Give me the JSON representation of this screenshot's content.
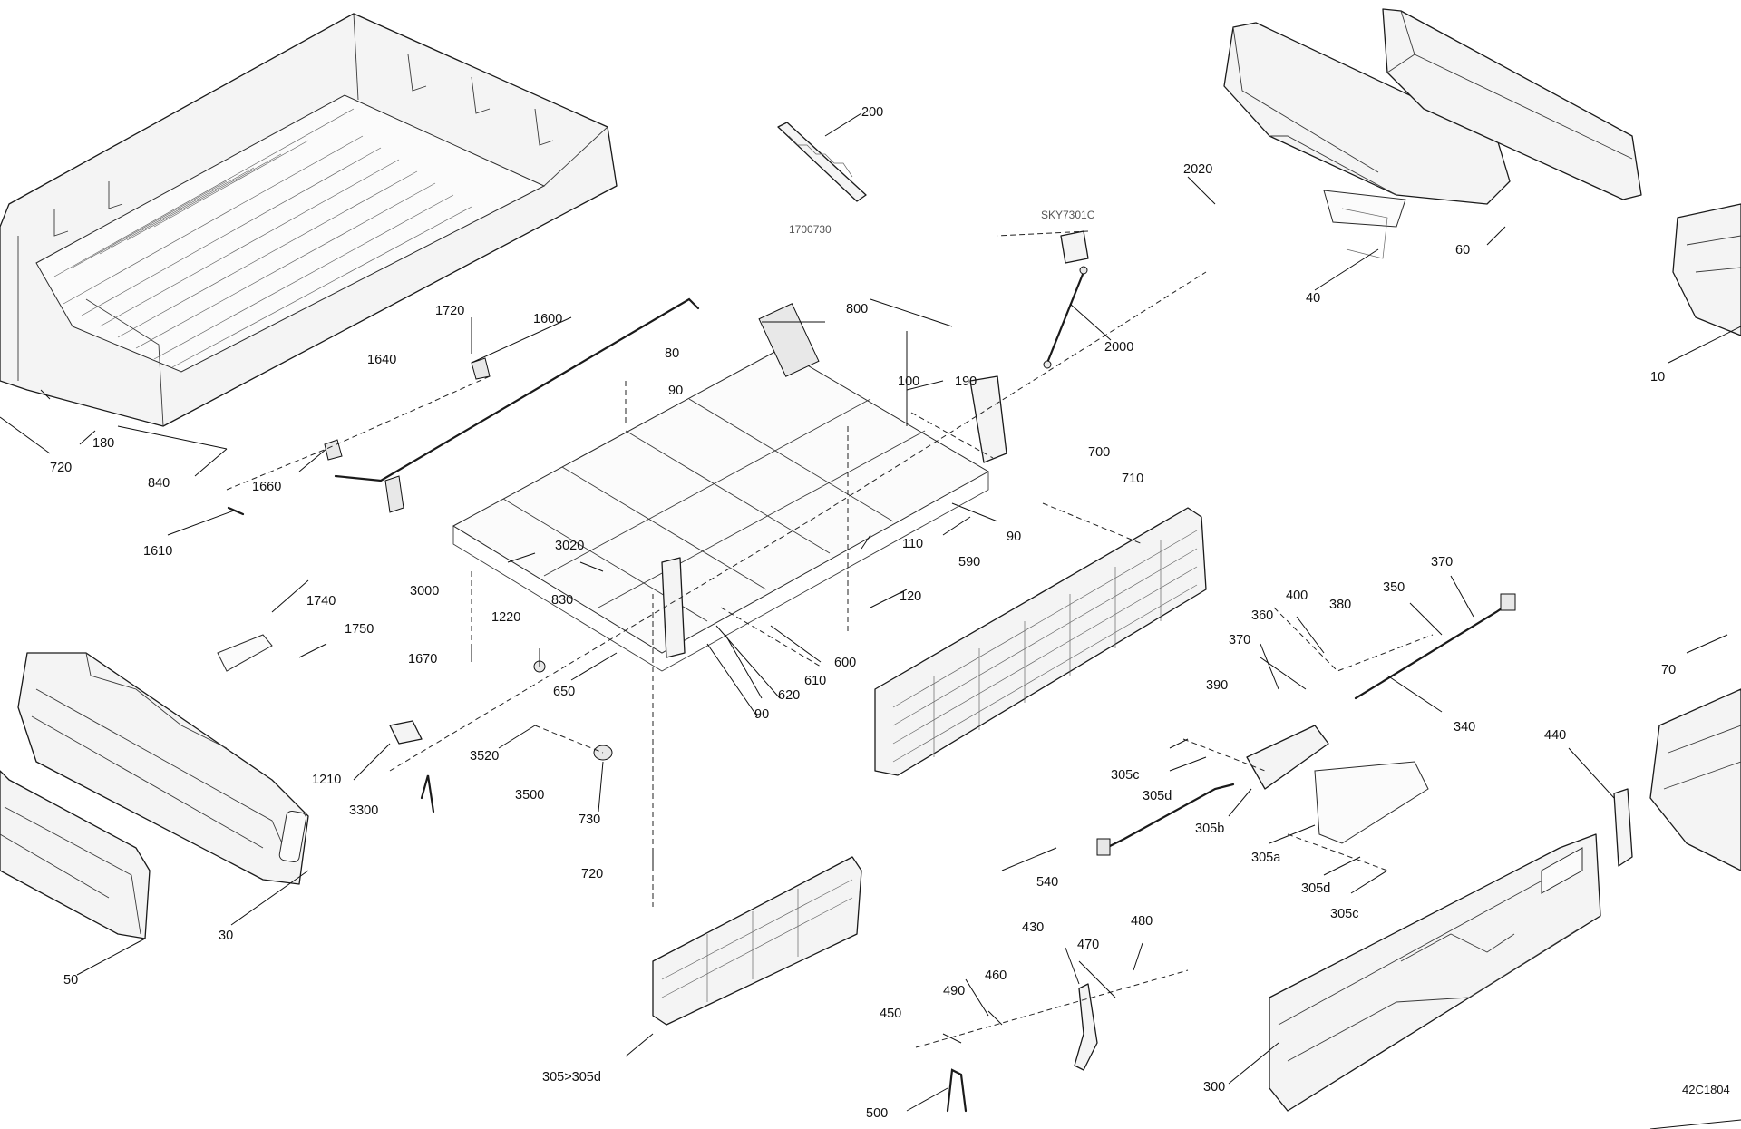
{
  "diagram": {
    "reference_code": "42C1804",
    "callouts": {
      "c10": "10",
      "c30": "30",
      "c40": "40",
      "c50": "50",
      "c60": "60",
      "c70": "70",
      "c80": "80",
      "c90a": "90",
      "c90b": "90",
      "c90c": "90",
      "c100": "100",
      "c110": "110",
      "c120": "120",
      "c180": "180",
      "c190": "190",
      "c200": "200",
      "c300": "300",
      "c305": "305>305d",
      "c305a": "305a",
      "c305b": "305b",
      "c305c1": "305c",
      "c305c2": "305c",
      "c305d1": "305d",
      "c305d2": "305d",
      "c340": "340",
      "c350": "350",
      "c360": "360",
      "c370a": "370",
      "c370b": "370",
      "c380": "380",
      "c390": "390",
      "c400": "400",
      "c430": "430",
      "c440": "440",
      "c450": "450",
      "c460": "460",
      "c470": "470",
      "c480": "480",
      "c490": "490",
      "c500": "500",
      "c540": "540",
      "c590": "590",
      "c600": "600",
      "c610": "610",
      "c620": "620",
      "c650": "650",
      "c700": "700",
      "c710": "710",
      "c720a": "720",
      "c720b": "720",
      "c730": "730",
      "c800": "800",
      "c830": "830",
      "c840": "840",
      "c1210": "1210",
      "c1220": "1220",
      "c1600": "1600",
      "c1610": "1610",
      "c1640": "1640",
      "c1660": "1660",
      "c1670": "1670",
      "c1720": "1720",
      "c1740": "1740",
      "c1750": "1750",
      "c2000": "2000",
      "c2020": "2020",
      "c3000": "3000",
      "c3020": "3020",
      "c3300": "3300",
      "c3500": "3500",
      "c3520": "3520"
    },
    "faint_labels": {
      "f1": "1700730",
      "f2": "SKY7301C"
    }
  }
}
